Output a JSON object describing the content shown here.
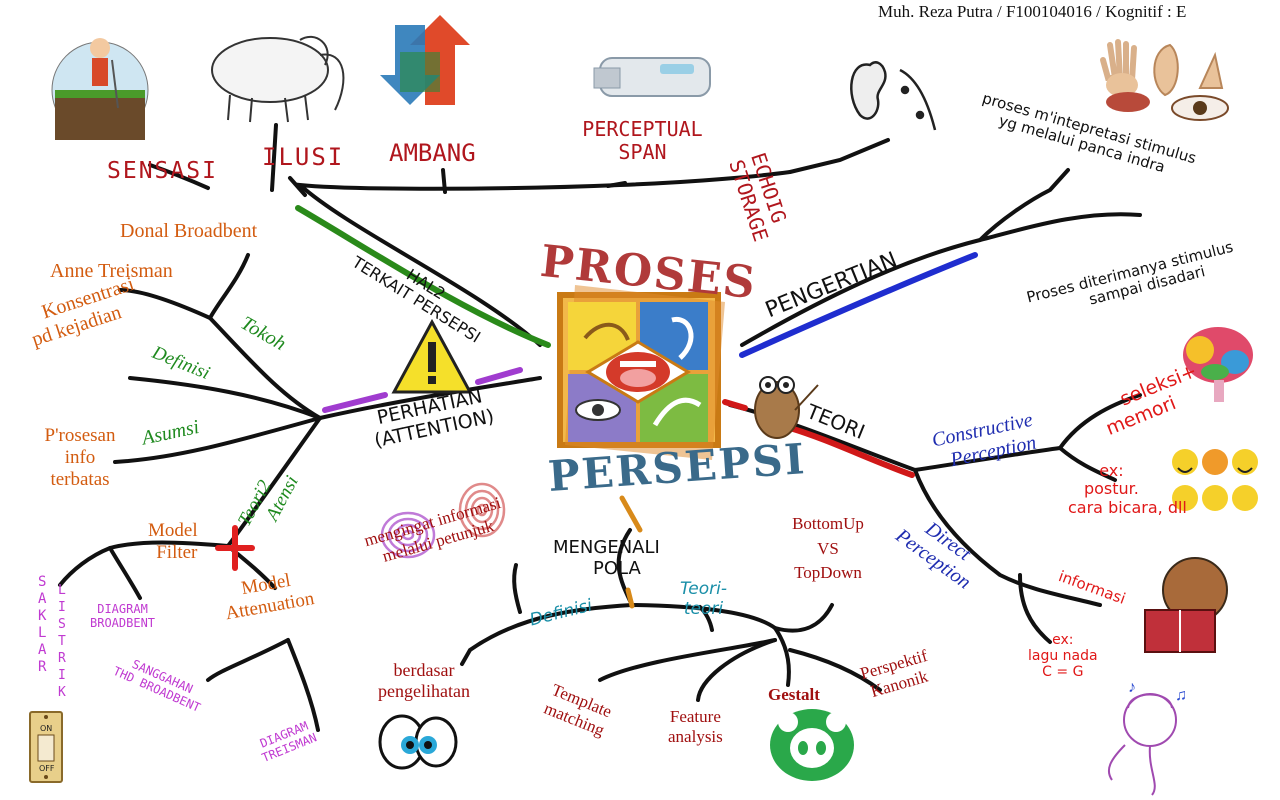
{
  "author": "Muh. Reza Putra / F100104016 / Kognitif : E",
  "center": {
    "title_top": "PROSES",
    "title_bottom": "PERSEPSI"
  },
  "top": {
    "sensasi": "SENSASI",
    "ilusi": "ILUSI",
    "ambang": "AMBANG",
    "perceptual_span": [
      "PERCEPTUAL",
      "SPAN"
    ],
    "echoic_storage": [
      "ECHOIG",
      "STORAGE"
    ],
    "branch_label": [
      "HAL2",
      "TERKAIT PERSEPSI"
    ]
  },
  "pengertian": {
    "label": "PENGERTIAN",
    "def1": [
      "proses m'intepretasi stimulus",
      "yg melalui panca indra"
    ],
    "def2": [
      "Proses diterimanya stimulus",
      "sampai disadari"
    ]
  },
  "teori": {
    "label": "TEORI",
    "constructive": [
      "Constructive",
      "Perception"
    ],
    "seleksi": [
      "seleksi+",
      "memori"
    ],
    "ex1": [
      "ex:",
      "postur.",
      "cara bicara, dll"
    ],
    "direct": [
      "Direct",
      "Perception"
    ],
    "informasi": "informasi",
    "ex2": [
      "ex:",
      "lagu nada",
      "C = G"
    ]
  },
  "perhatian": {
    "label": [
      "PERHATIAN",
      "(ATTENTION)"
    ],
    "tokoh": "Tokoh",
    "donal": "Donal Broadbent",
    "anne": "Anne Treisman",
    "definisi": "Definisi",
    "konsentrasi": [
      "Konsentrasi",
      "pd kejadian"
    ],
    "asumsi": "Asumsi",
    "prosesan": [
      "P'rosesan",
      "info",
      "terbatas"
    ],
    "teori_atensi": [
      "Teori2",
      "Atensi"
    ],
    "model_filter": [
      "Model",
      "Filter"
    ],
    "saklar": "SAKLAR",
    "listrik": "LISTRIK",
    "diagram_broadbent": [
      "DIAGRAM",
      "BROADBENT"
    ],
    "model_attenuation": [
      "Model",
      "Attenuation"
    ],
    "sanggahan": [
      "SANGGAHAN",
      "THD BROADBENT"
    ],
    "diagram_treisman": [
      "DIAGRAM",
      "TREISMAN"
    ]
  },
  "pola": {
    "label": [
      "MENGENALI",
      "POLA"
    ],
    "definisi": "Definisi",
    "mengingat": [
      "mengingat informasi",
      "melalui petunjuk"
    ],
    "berdasar": [
      "berdasar",
      "pengelihatan"
    ],
    "teori": [
      "Teori-",
      "teori"
    ],
    "bottomup": [
      "BottomUp",
      "VS",
      "TopDown"
    ],
    "template": [
      "Template",
      "matching"
    ],
    "feature": [
      "Feature",
      "analysis"
    ],
    "gestalt": "Gestalt",
    "perspektif": [
      "Perspektif",
      "Kanonik"
    ]
  },
  "switch": {
    "on": "ON",
    "off": "OFF"
  },
  "colors": {
    "accent_red": "#b0161d",
    "accent_orange": "#d35c10",
    "accent_green": "#1f8a1f",
    "accent_blue": "#1f2db0",
    "accent_purple": "#c03ad1",
    "branch": "#111111"
  }
}
